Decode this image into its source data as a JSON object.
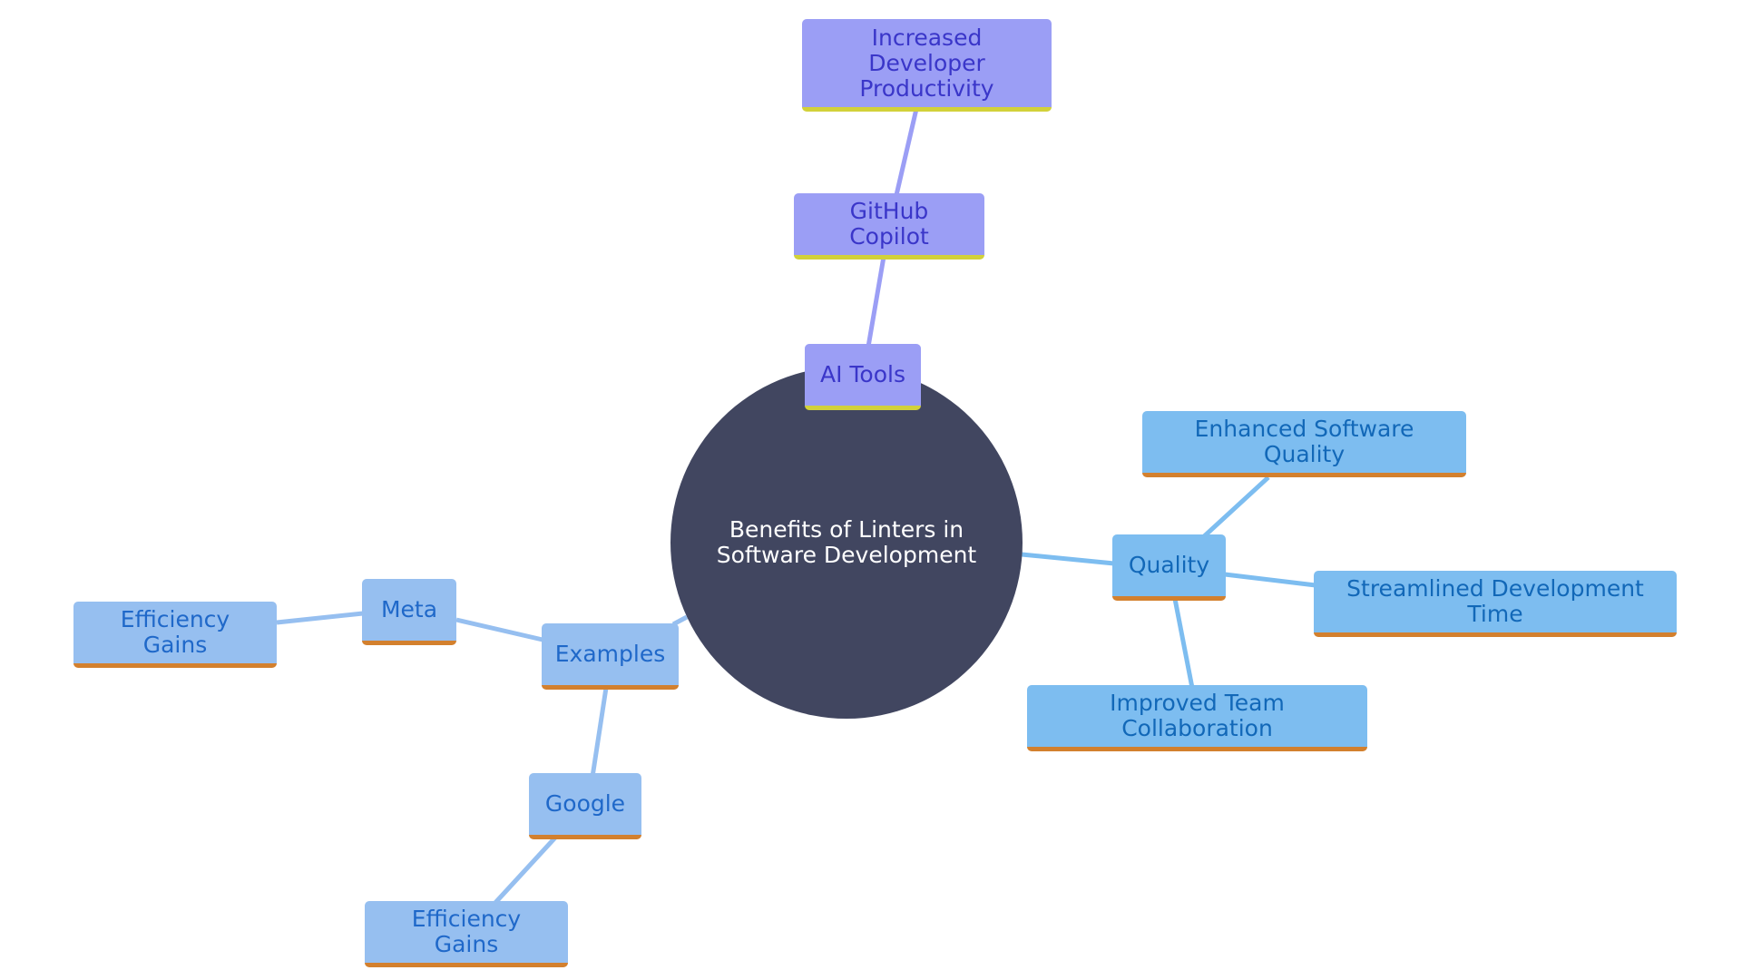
{
  "root": {
    "label": "Benefits of Linters in Software Development"
  },
  "branches": {
    "ai_tools": {
      "label": "AI Tools",
      "copilot": {
        "label": "GitHub Copilot",
        "benefit": "Increased Developer Productivity"
      }
    },
    "examples": {
      "label": "Examples",
      "meta": {
        "label": "Meta",
        "benefit": "Efficiency Gains"
      },
      "google": {
        "label": "Google",
        "benefit": "Efficiency Gains"
      }
    },
    "quality": {
      "label": "Quality",
      "items": [
        "Enhanced Software Quality",
        "Streamlined Development Time",
        "Improved Team Collaboration"
      ]
    }
  },
  "colors": {
    "root_fill": "#414660",
    "ai_fill": "#9b9ef5",
    "ai_text": "#3a36c9",
    "ai_edge": "#9b9ef5",
    "ai_accent": "#d2d13a",
    "examples_fill": "#96bff0",
    "examples_text": "#1f68c9",
    "quality_fill": "#7dbdf0",
    "quality_text": "#1268b8",
    "branch_accent": "#d3802e"
  }
}
